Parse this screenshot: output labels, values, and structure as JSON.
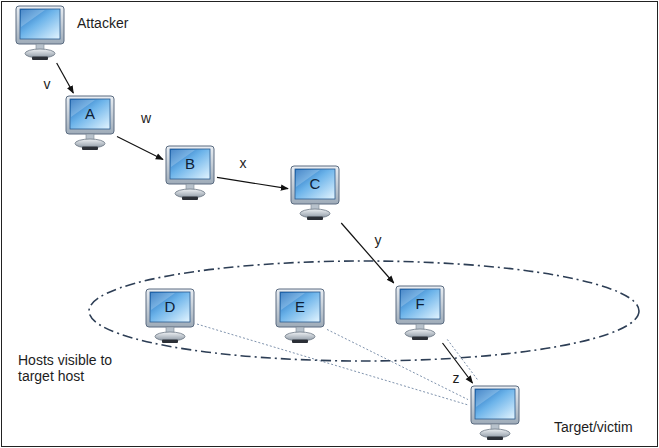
{
  "diagram": {
    "nodes": [
      {
        "text": [
          "Attacker"
        ]
      },
      {
        "text": [
          "A"
        ]
      },
      {
        "text": [
          "B"
        ]
      },
      {
        "text": [
          "C"
        ]
      },
      {
        "text": [
          "Hosts visible to target host"
        ]
      },
      {
        "text": [
          "D"
        ],
        "in": 4
      },
      {
        "text": [
          "E"
        ],
        "in": 4
      },
      {
        "text": [
          "F"
        ],
        "in": 4
      },
      {
        "text": [
          "Target/victim"
        ]
      }
    ],
    "edges": [
      {
        "from": 0,
        "to": 1,
        "label": "v",
        "arrow": "to"
      },
      {
        "from": 1,
        "to": 2,
        "label": "w",
        "arrow": "to"
      },
      {
        "from": 2,
        "to": 3,
        "label": "x",
        "arrow": "to"
      },
      {
        "from": 3,
        "to": 7,
        "label": "y",
        "arrow": "to"
      },
      {
        "from": 7,
        "to": 8,
        "label": "z",
        "arrow": "to"
      },
      {
        "from": 5,
        "to": 8,
        "arrow": "none"
      },
      {
        "from": 6,
        "to": 8,
        "arrow": "none"
      },
      {
        "from": 7,
        "to": 8,
        "arrow": "none"
      }
    ]
  }
}
